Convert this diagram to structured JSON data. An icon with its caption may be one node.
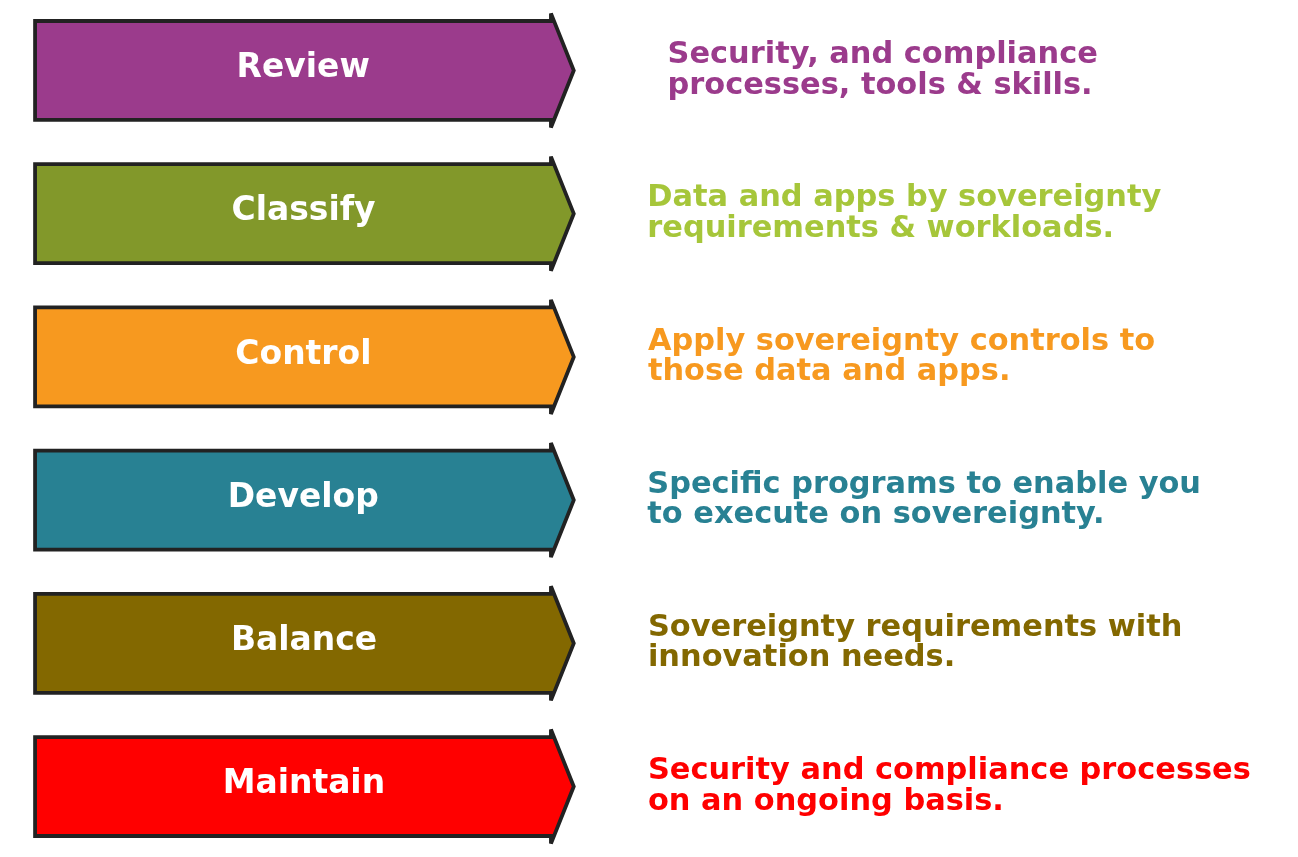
{
  "diagram": {
    "nodes": [
      {
        "text": [
          "Review"
        ],
        "beside": [
          "Security, and compliance processes, tools & skills."
        ]
      },
      {
        "text": [
          "Classify"
        ],
        "beside": [
          "Data and apps by sovereignty requirements & workloads."
        ]
      },
      {
        "text": [
          "Control"
        ],
        "beside": [
          "Apply sovereignty controls to those data and apps."
        ]
      },
      {
        "text": [
          "Develop"
        ],
        "beside": [
          "Specific programs to enable you to execute on sovereignty."
        ]
      },
      {
        "text": [
          "Balance"
        ],
        "beside": [
          "Sovereignty requirements with innovation needs."
        ]
      },
      {
        "text": [
          "Maintain"
        ],
        "beside": [
          "Security and compliance processes on an ongoing basis."
        ]
      }
    ]
  }
}
